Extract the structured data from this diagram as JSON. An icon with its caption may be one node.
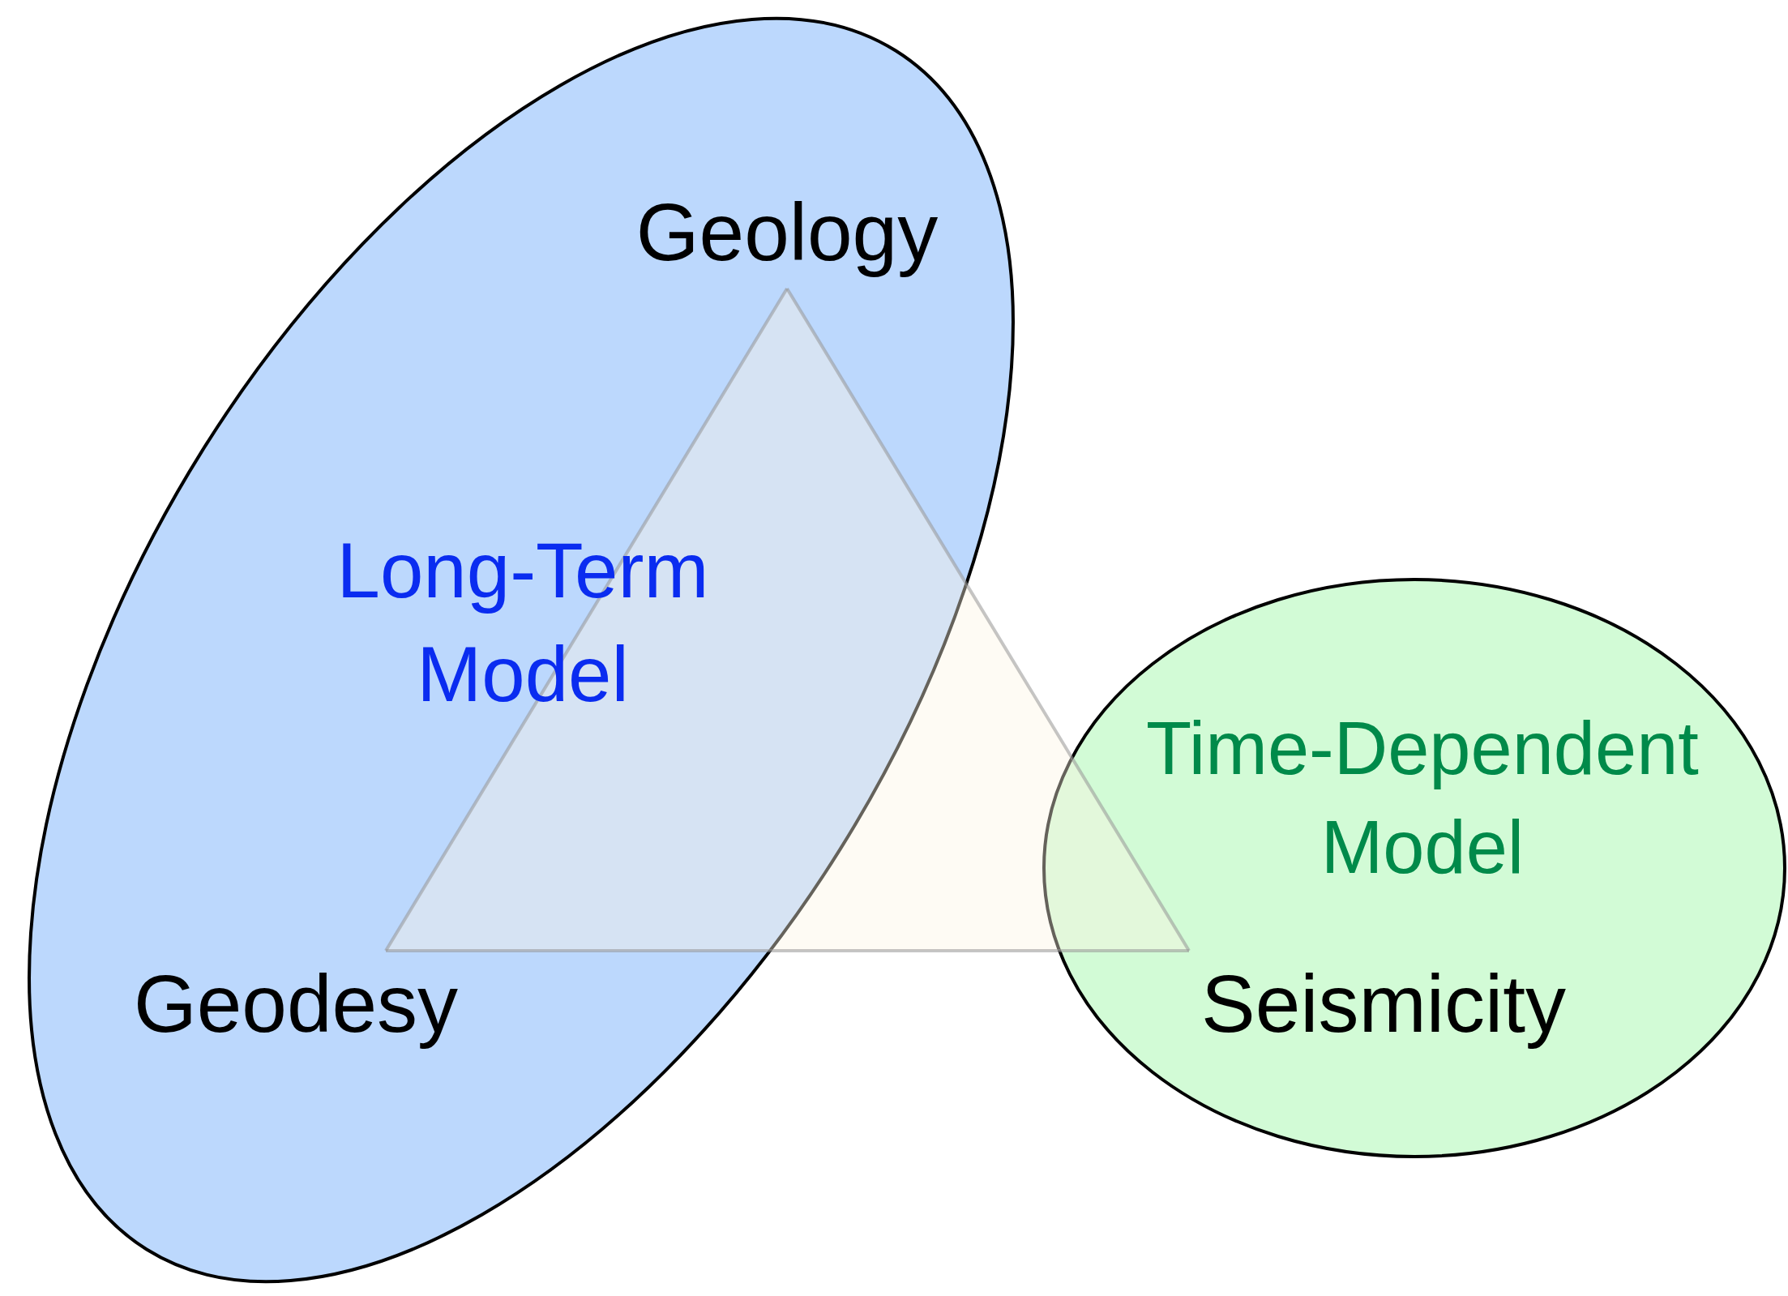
{
  "diagram": {
    "nodes": [
      {
        "text": [
          "Long-Term Model"
        ]
      },
      {
        "text": [
          "Geology"
        ],
        "in": 0
      },
      {
        "text": [
          "Geodesy"
        ],
        "in": 0
      },
      {
        "text": [
          "Time-Dependent Model"
        ]
      },
      {
        "text": [
          "Seismicity"
        ],
        "in": 3
      }
    ],
    "edges": [
      {
        "from": 1,
        "to": 2,
        "arrow": "none"
      },
      {
        "from": 2,
        "to": 4,
        "arrow": "none"
      },
      {
        "from": 4,
        "to": 1,
        "arrow": "none"
      }
    ]
  }
}
